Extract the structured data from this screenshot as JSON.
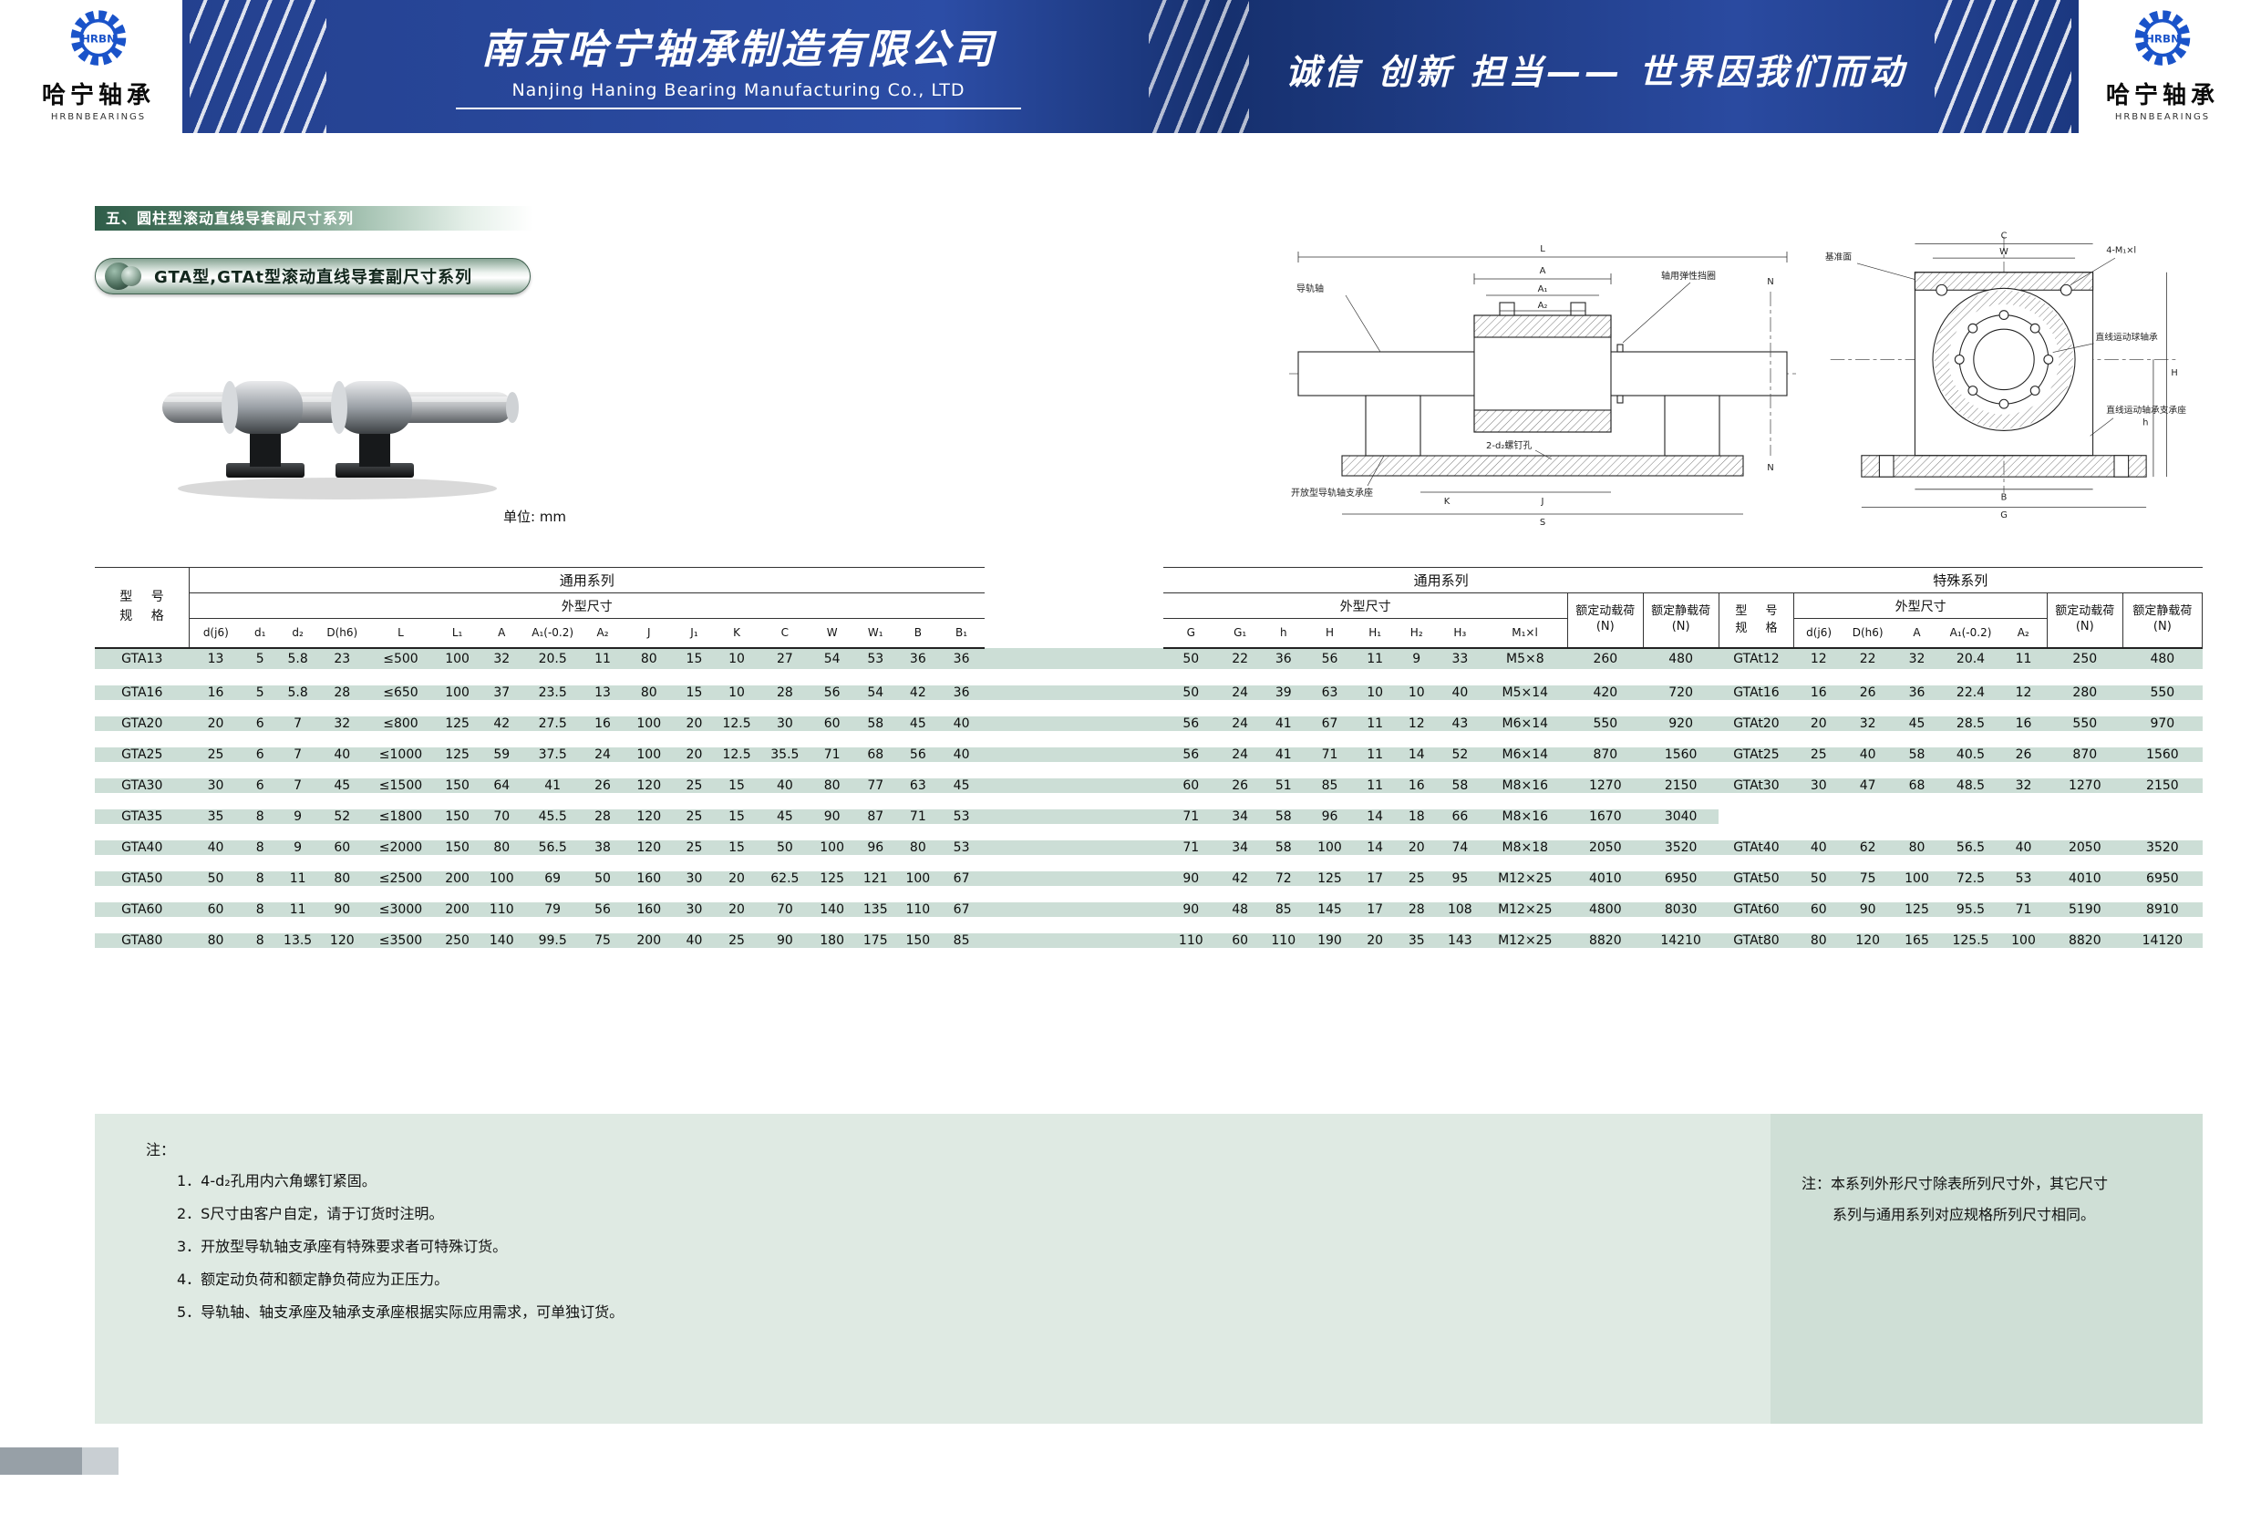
{
  "header": {
    "logo_abbr": "HRBN",
    "logo_cn": "哈宁轴承",
    "logo_en": "HRBNBEARINGS",
    "company_cn": "南京哈宁轴承制造有限公司",
    "company_en": "Nanjing Haning Bearing Manufacturing Co., LTD",
    "slogan": "诚信 创新 担当—— 世界因我们而动",
    "brand_blue": "#1d3f92"
  },
  "section": {
    "title": "五、圆柱型滚动直线导套副尺寸系列",
    "subtitle": "GTA型,GTAt型滚动直线导套副尺寸系列",
    "unit_label": "单位: mm"
  },
  "diagram": {
    "side_labels": [
      "导轨轴",
      "轴用弹性挡圈",
      "开放型导轨轴支承座",
      "2-d₂螺钉孔"
    ],
    "side_dims": [
      "L",
      "A",
      "A₁",
      "A₂",
      "K",
      "J",
      "S",
      "N"
    ],
    "end_labels": [
      "基准面",
      "4-M₁×l",
      "直线运动球轴承",
      "直线运动轴承支承座"
    ],
    "end_dims": [
      "C",
      "W",
      "B",
      "G",
      "H",
      "h"
    ]
  },
  "table": {
    "group_general": "通用系列",
    "group_special": "特殊系列",
    "model_line1": "型 号",
    "model_line2": "规 格",
    "dims_header": "外型尺寸",
    "load_dyn": "额定动载荷(N)",
    "load_stat": "额定静载荷(N)",
    "cols_left": [
      "d(j6)",
      "d₁",
      "d₂",
      "D(h6)",
      "L",
      "L₁",
      "A",
      "A₁(-0.2)",
      "A₂",
      "J",
      "J₁",
      "K",
      "C",
      "W",
      "W₁",
      "B",
      "B₁"
    ],
    "cols_mid": [
      "G",
      "G₁",
      "h",
      "H",
      "H₁",
      "H₂",
      "H₃",
      "M₁×l"
    ],
    "cols_special": [
      "d(j6)",
      "D(h6)",
      "A",
      "A₁(-0.2)",
      "A₂"
    ],
    "rows": [
      {
        "model": "GTA13",
        "left": [
          "13",
          "5",
          "5.8",
          "23",
          "≤500",
          "100",
          "32",
          "20.5",
          "11",
          "80",
          "15",
          "10",
          "27",
          "54",
          "53",
          "36",
          "36"
        ],
        "mid": [
          "50",
          "22",
          "36",
          "56",
          "11",
          "9",
          "33",
          "M5×8"
        ],
        "dyn": "260",
        "stat": "480",
        "sp_model": "GTAt12",
        "sp": [
          "12",
          "22",
          "32",
          "20.4",
          "11"
        ],
        "sp_dyn": "250",
        "sp_stat": "480"
      },
      {
        "model": "GTA16",
        "left": [
          "16",
          "5",
          "5.8",
          "28",
          "≤650",
          "100",
          "37",
          "23.5",
          "13",
          "80",
          "15",
          "10",
          "28",
          "56",
          "54",
          "42",
          "36"
        ],
        "mid": [
          "50",
          "24",
          "39",
          "63",
          "10",
          "10",
          "40",
          "M5×14"
        ],
        "dyn": "420",
        "stat": "720",
        "sp_model": "GTAt16",
        "sp": [
          "16",
          "26",
          "36",
          "22.4",
          "12"
        ],
        "sp_dyn": "280",
        "sp_stat": "550"
      },
      {
        "model": "GTA20",
        "left": [
          "20",
          "6",
          "7",
          "32",
          "≤800",
          "125",
          "42",
          "27.5",
          "16",
          "100",
          "20",
          "12.5",
          "30",
          "60",
          "58",
          "45",
          "40"
        ],
        "mid": [
          "56",
          "24",
          "41",
          "67",
          "11",
          "12",
          "43",
          "M6×14"
        ],
        "dyn": "550",
        "stat": "920",
        "sp_model": "GTAt20",
        "sp": [
          "20",
          "32",
          "45",
          "28.5",
          "16"
        ],
        "sp_dyn": "550",
        "sp_stat": "970"
      },
      {
        "model": "GTA25",
        "left": [
          "25",
          "6",
          "7",
          "40",
          "≤1000",
          "125",
          "59",
          "37.5",
          "24",
          "100",
          "20",
          "12.5",
          "35.5",
          "71",
          "68",
          "56",
          "40"
        ],
        "mid": [
          "56",
          "24",
          "41",
          "71",
          "11",
          "14",
          "52",
          "M6×14"
        ],
        "dyn": "870",
        "stat": "1560",
        "sp_model": "GTAt25",
        "sp": [
          "25",
          "40",
          "58",
          "40.5",
          "26"
        ],
        "sp_dyn": "870",
        "sp_stat": "1560"
      },
      {
        "model": "GTA30",
        "left": [
          "30",
          "6",
          "7",
          "45",
          "≤1500",
          "150",
          "64",
          "41",
          "26",
          "120",
          "25",
          "15",
          "40",
          "80",
          "77",
          "63",
          "45"
        ],
        "mid": [
          "60",
          "26",
          "51",
          "85",
          "11",
          "16",
          "58",
          "M8×16"
        ],
        "dyn": "1270",
        "stat": "2150",
        "sp_model": "GTAt30",
        "sp": [
          "30",
          "47",
          "68",
          "48.5",
          "32"
        ],
        "sp_dyn": "1270",
        "sp_stat": "2150"
      },
      {
        "model": "GTA35",
        "left": [
          "35",
          "8",
          "9",
          "52",
          "≤1800",
          "150",
          "70",
          "45.5",
          "28",
          "120",
          "25",
          "15",
          "45",
          "90",
          "87",
          "71",
          "53"
        ],
        "mid": [
          "71",
          "34",
          "58",
          "96",
          "14",
          "18",
          "66",
          "M8×16"
        ],
        "dyn": "1670",
        "stat": "3040",
        "sp_model": "",
        "sp": [
          "",
          "",
          "",
          "",
          ""
        ],
        "sp_dyn": "",
        "sp_stat": ""
      },
      {
        "model": "GTA40",
        "left": [
          "40",
          "8",
          "9",
          "60",
          "≤2000",
          "150",
          "80",
          "56.5",
          "38",
          "120",
          "25",
          "15",
          "50",
          "100",
          "96",
          "80",
          "53"
        ],
        "mid": [
          "71",
          "34",
          "58",
          "100",
          "14",
          "20",
          "74",
          "M8×18"
        ],
        "dyn": "2050",
        "stat": "3520",
        "sp_model": "GTAt40",
        "sp": [
          "40",
          "62",
          "80",
          "56.5",
          "40"
        ],
        "sp_dyn": "2050",
        "sp_stat": "3520"
      },
      {
        "model": "GTA50",
        "left": [
          "50",
          "8",
          "11",
          "80",
          "≤2500",
          "200",
          "100",
          "69",
          "50",
          "160",
          "30",
          "20",
          "62.5",
          "125",
          "121",
          "100",
          "67"
        ],
        "mid": [
          "90",
          "42",
          "72",
          "125",
          "17",
          "25",
          "95",
          "M12×25"
        ],
        "dyn": "4010",
        "stat": "6950",
        "sp_model": "GTAt50",
        "sp": [
          "50",
          "75",
          "100",
          "72.5",
          "53"
        ],
        "sp_dyn": "4010",
        "sp_stat": "6950"
      },
      {
        "model": "GTA60",
        "left": [
          "60",
          "8",
          "11",
          "90",
          "≤3000",
          "200",
          "110",
          "79",
          "56",
          "160",
          "30",
          "20",
          "70",
          "140",
          "135",
          "110",
          "67"
        ],
        "mid": [
          "90",
          "48",
          "85",
          "145",
          "17",
          "28",
          "108",
          "M12×25"
        ],
        "dyn": "4800",
        "stat": "8030",
        "sp_model": "GTAt60",
        "sp": [
          "60",
          "90",
          "125",
          "95.5",
          "71"
        ],
        "sp_dyn": "5190",
        "sp_stat": "8910"
      },
      {
        "model": "GTA80",
        "left": [
          "80",
          "8",
          "13.5",
          "120",
          "≤3500",
          "250",
          "140",
          "99.5",
          "75",
          "200",
          "40",
          "25",
          "90",
          "180",
          "175",
          "150",
          "85"
        ],
        "mid": [
          "110",
          "60",
          "110",
          "190",
          "20",
          "35",
          "143",
          "M12×25"
        ],
        "dyn": "8820",
        "stat": "14210",
        "sp_model": "GTAt80",
        "sp": [
          "80",
          "120",
          "165",
          "125.5",
          "100"
        ],
        "sp_dyn": "8820",
        "sp_stat": "14120"
      }
    ]
  },
  "notes": {
    "label": "注：",
    "items": [
      "1．4-d₂孔用内六角螺钉紧固。",
      "2．S尺寸由客户自定，请于订货时注明。",
      "3．开放型导轨轴支承座有特殊要求者可特殊订货。",
      "4．额定动负荷和额定静负荷应为正压力。",
      "5．导轨轴、轴支承座及轴承支承座根据实际应用需求，可单独订货。"
    ],
    "side_note_line1": "注：本系列外形尺寸除表所列尺寸外，其它尺寸",
    "side_note_line2": "系列与通用系列对应规格所列尺寸相同。"
  }
}
